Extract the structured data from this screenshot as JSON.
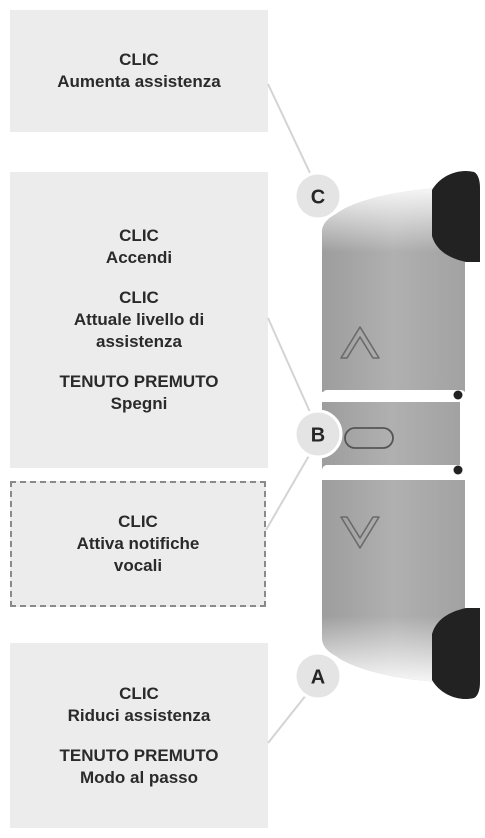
{
  "labels": {
    "top": {
      "lines": [
        "CLIC",
        "Aumenta assistenza"
      ]
    },
    "middle": {
      "groups": [
        [
          "CLIC",
          "Accendi"
        ],
        [
          "CLIC",
          "Attuale livello di",
          "assistenza"
        ],
        [
          "TENUTO PREMUTO",
          "Spegni"
        ]
      ]
    },
    "dashed": {
      "lines": [
        "CLIC",
        "Attiva notifiche",
        "vocali"
      ]
    },
    "bottom": {
      "groups": [
        [
          "CLIC",
          "Riduci assistenza"
        ],
        [
          "TENUTO PREMUTO",
          "Modo al passo"
        ]
      ]
    }
  },
  "badges": {
    "c": "C",
    "b": "B",
    "a": "A"
  },
  "icons": {
    "up_button": "chevron-up-icon",
    "down_button": "chevron-down-icon",
    "center_button": "pill-icon"
  },
  "colors": {
    "box_background": "#ececec",
    "badge_background": "#e4e4e4",
    "device_body": "#a9a9a9",
    "device_cap": "#222222",
    "leader_line": "#d4d4d4"
  }
}
